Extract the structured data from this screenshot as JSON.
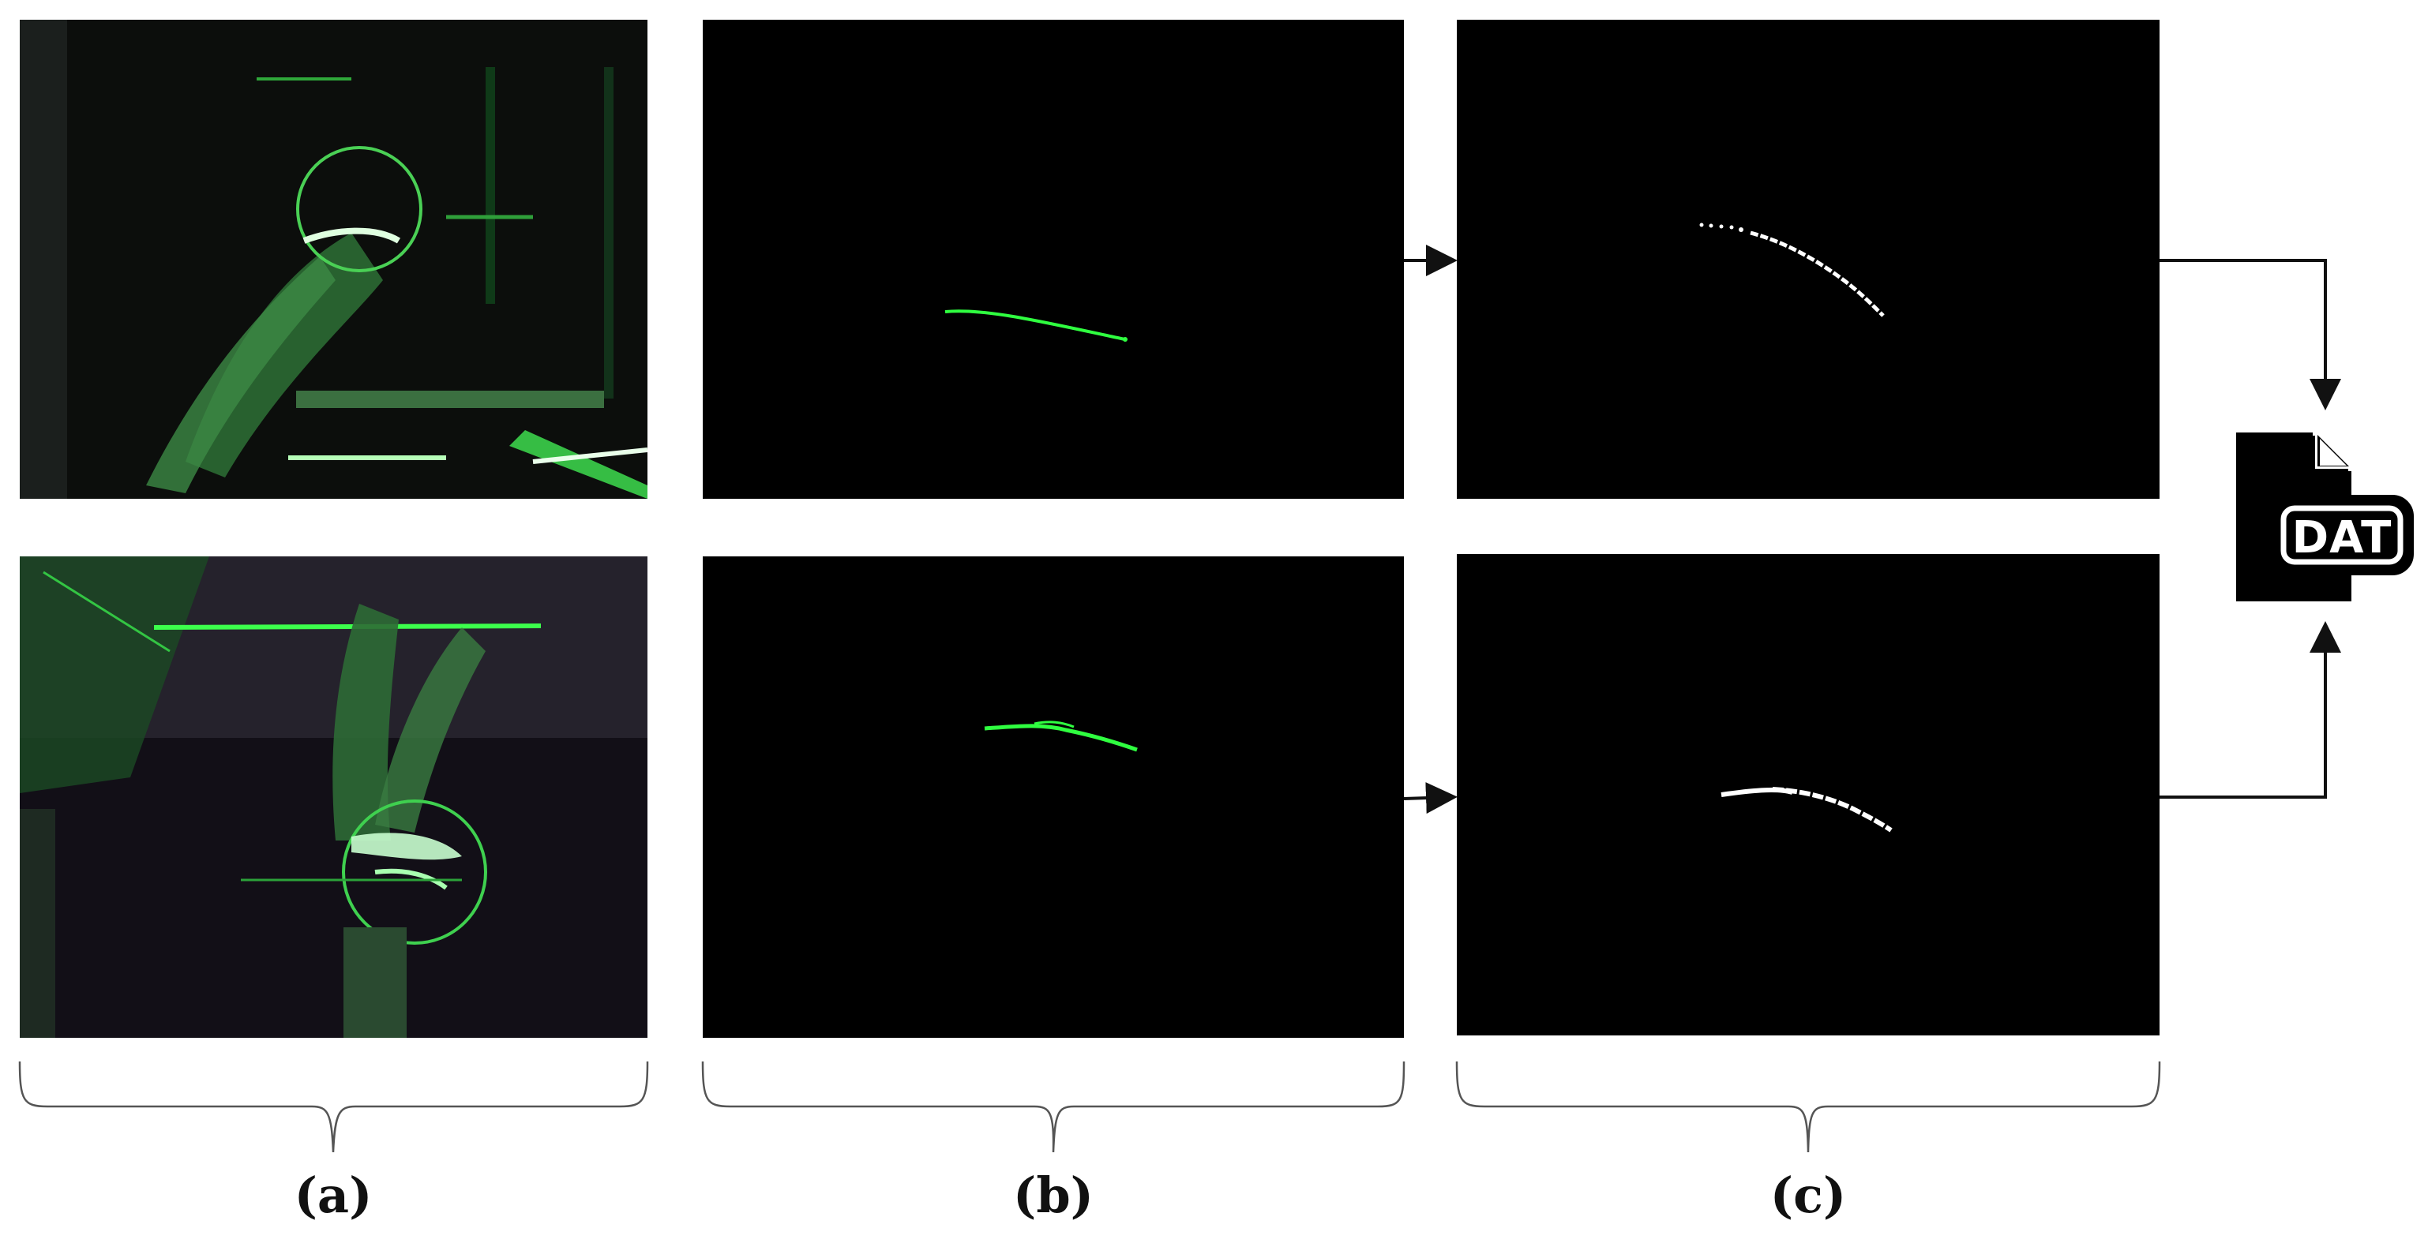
{
  "labels": {
    "a": "(a)",
    "b": "(b)",
    "c": "(c)"
  },
  "file_icon": {
    "text": "DAT",
    "name": "dat-file-icon"
  },
  "colors": {
    "laser": "#2fff40",
    "binary": "#ffffff",
    "panel_bg": "#000000",
    "ink": "#111111"
  }
}
